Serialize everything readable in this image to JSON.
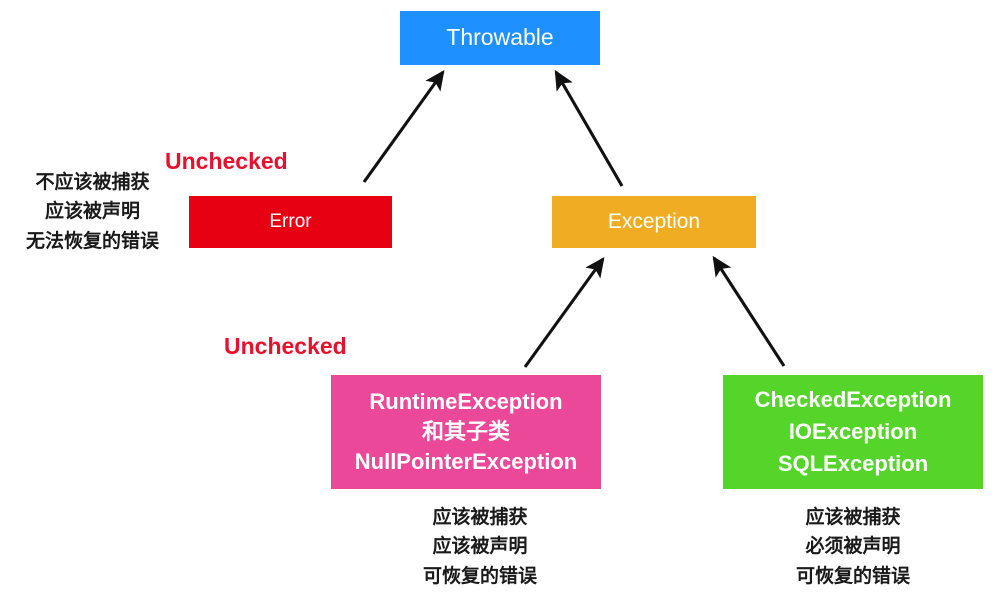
{
  "diagram": {
    "title": "Java Throwable hierarchy",
    "colors": {
      "throwable": "#1e90ff",
      "error": "#e60012",
      "exception": "#f0ad24",
      "runtime_exception": "#ec4899",
      "checked_exception": "#55d42a",
      "unchecked_label": "#e8112d",
      "text_dark": "#1a1a1a",
      "arrow": "#111111",
      "background": "#ffffff"
    },
    "nodes": {
      "throwable": {
        "label": "Throwable"
      },
      "error": {
        "label": "Error"
      },
      "exception": {
        "label": "Exception"
      },
      "runtime_exception": {
        "lines": [
          "RuntimeException",
          "和其子类",
          "NullPointerException"
        ]
      },
      "checked_exception": {
        "lines": [
          "CheckedException",
          "IOException",
          "SQLException"
        ]
      }
    },
    "labels": {
      "unchecked_error": "Unchecked",
      "unchecked_runtime": "Unchecked"
    },
    "annotations": {
      "error_notes": [
        "不应该被捕获",
        "应该被声明",
        "无法恢复的错误"
      ],
      "runtime_notes": [
        "应该被捕获",
        "应该被声明",
        "可恢复的错误"
      ],
      "checked_notes": [
        "应该被捕获",
        "必须被声明",
        "可恢复的错误"
      ]
    },
    "edges": [
      {
        "name": "error-to-throwable",
        "from": "error",
        "to": "throwable"
      },
      {
        "name": "exception-to-throwable",
        "from": "exception",
        "to": "throwable"
      },
      {
        "name": "runtime-to-exception",
        "from": "runtime_exception",
        "to": "exception"
      },
      {
        "name": "checked-to-exception",
        "from": "checked_exception",
        "to": "exception"
      }
    ]
  }
}
